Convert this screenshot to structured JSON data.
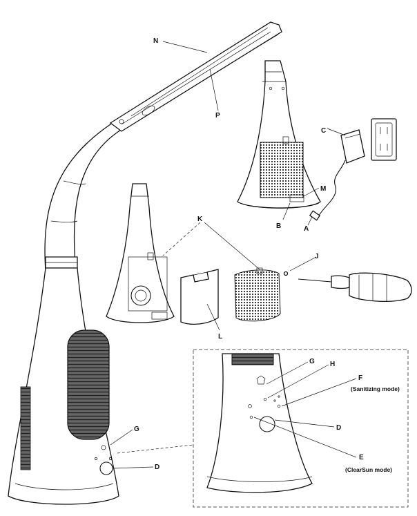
{
  "labels": {
    "A": "A",
    "B": "B",
    "C": "C",
    "D": "D",
    "E": "E",
    "F": "F",
    "G": "G",
    "H": "H",
    "J": "J",
    "K": "K",
    "L": "L",
    "M": "M",
    "N": "N",
    "P": "P"
  },
  "notes": {
    "sanitizing": "(Sanitizing mode)",
    "clearsun": "(ClearSun mode)"
  }
}
